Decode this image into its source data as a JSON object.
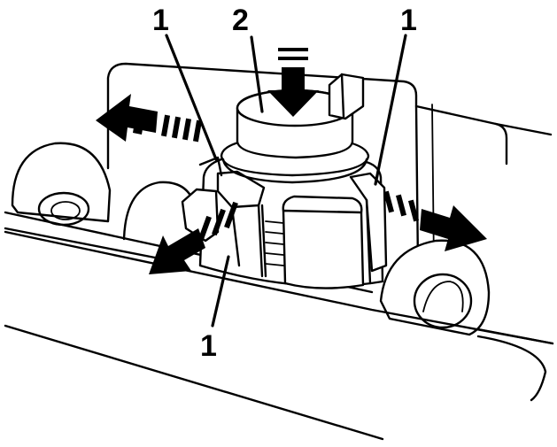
{
  "callouts": {
    "top_left": "1",
    "top_center": "2",
    "top_right": "1",
    "bottom": "1"
  },
  "colors": {
    "line": "#000000",
    "background": "#ffffff"
  },
  "icons": {
    "press_down": "down-arrow-icon",
    "spread_left": "left-arrow-icon",
    "spread_right": "right-arrow-icon",
    "spread_lower_left": "lower-left-arrow-icon"
  }
}
